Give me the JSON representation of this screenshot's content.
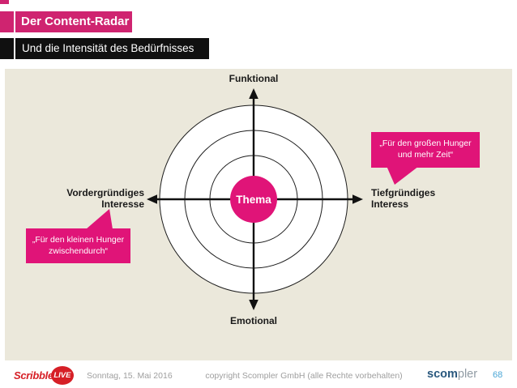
{
  "header": {
    "title": "Der Content-Radar",
    "subtitle": "Und die Intensität des Bedürfnisses"
  },
  "radar": {
    "center_label": "Thema",
    "axis_top": "Funktional",
    "axis_bottom": "Emotional",
    "axis_left": "Vordergründiges\nInteresse",
    "axis_right": "Tiefgründiges\nInteress",
    "bubble_right": "„Für den großen Hunger\nund mehr Zeit“",
    "bubble_left": "„Für den kleinen Hunger\nzwischendurch“",
    "rings": 3
  },
  "footer": {
    "scribble_word": "Scribble",
    "scribble_live": "LIVE",
    "date": "Sonntag, 15. Mai 2016",
    "copyright": "copyright Scompler GmbH (alle Rechte vorbehalten)",
    "scompler_bold": "scom",
    "scompler_light": "pler",
    "page_number": "68"
  },
  "colors": {
    "header_pink": "#cf2470",
    "accent_pink": "#e01478",
    "beige": "#ebe8db",
    "scribble_red": "#d61f26",
    "scompler_blue": "#29587e",
    "page_blue": "#4aa6d6"
  }
}
